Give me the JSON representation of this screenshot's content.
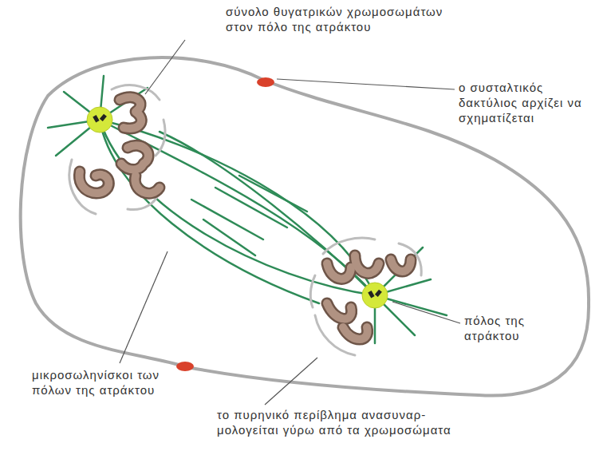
{
  "diagram": {
    "labels": [
      "σύνολο θυγατρικών χρωμοσωμάτων στον πόλο της ατράκτου",
      "ο συσταλτικός δακτύλιος αρχίζει να σχηματίζεται",
      "πόλος της ατράκτου",
      "μικροσωληνίσκοι των πόλων της ατράκτου",
      "το πυρηνικό περίβλημα ανασυναρ- μολογείται γύρω από τα χρωμοσώματα"
    ]
  }
}
